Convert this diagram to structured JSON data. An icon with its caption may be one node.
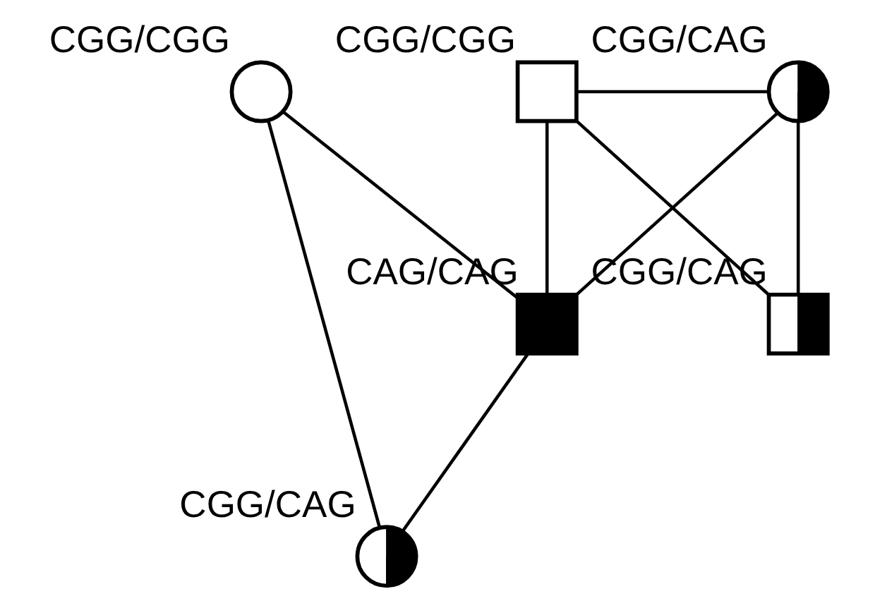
{
  "diagram": {
    "nodes": [
      {
        "text": [
          "CGG/CGG"
        ]
      },
      {
        "text": [
          "CGG/CAG"
        ]
      },
      {
        "text": [
          "CGG/CGG"
        ]
      },
      {
        "text": [
          "CAG/CAG"
        ]
      },
      {
        "text": [
          "CGG/CAG"
        ]
      },
      {
        "text": [
          "CGG/CAG"
        ]
      }
    ],
    "edges": [
      {
        "from": 0,
        "to": 1,
        "arrow": "none"
      },
      {
        "from": 0,
        "to": 3,
        "arrow": "none"
      },
      {
        "from": 1,
        "to": 3,
        "arrow": "none"
      },
      {
        "from": 0,
        "to": 4,
        "arrow": "none"
      },
      {
        "from": 1,
        "to": 4,
        "arrow": "none"
      },
      {
        "from": 2,
        "to": 3,
        "arrow": "none"
      },
      {
        "from": 2,
        "to": 5,
        "arrow": "none"
      },
      {
        "from": 3,
        "to": 5,
        "arrow": "none"
      }
    ]
  }
}
